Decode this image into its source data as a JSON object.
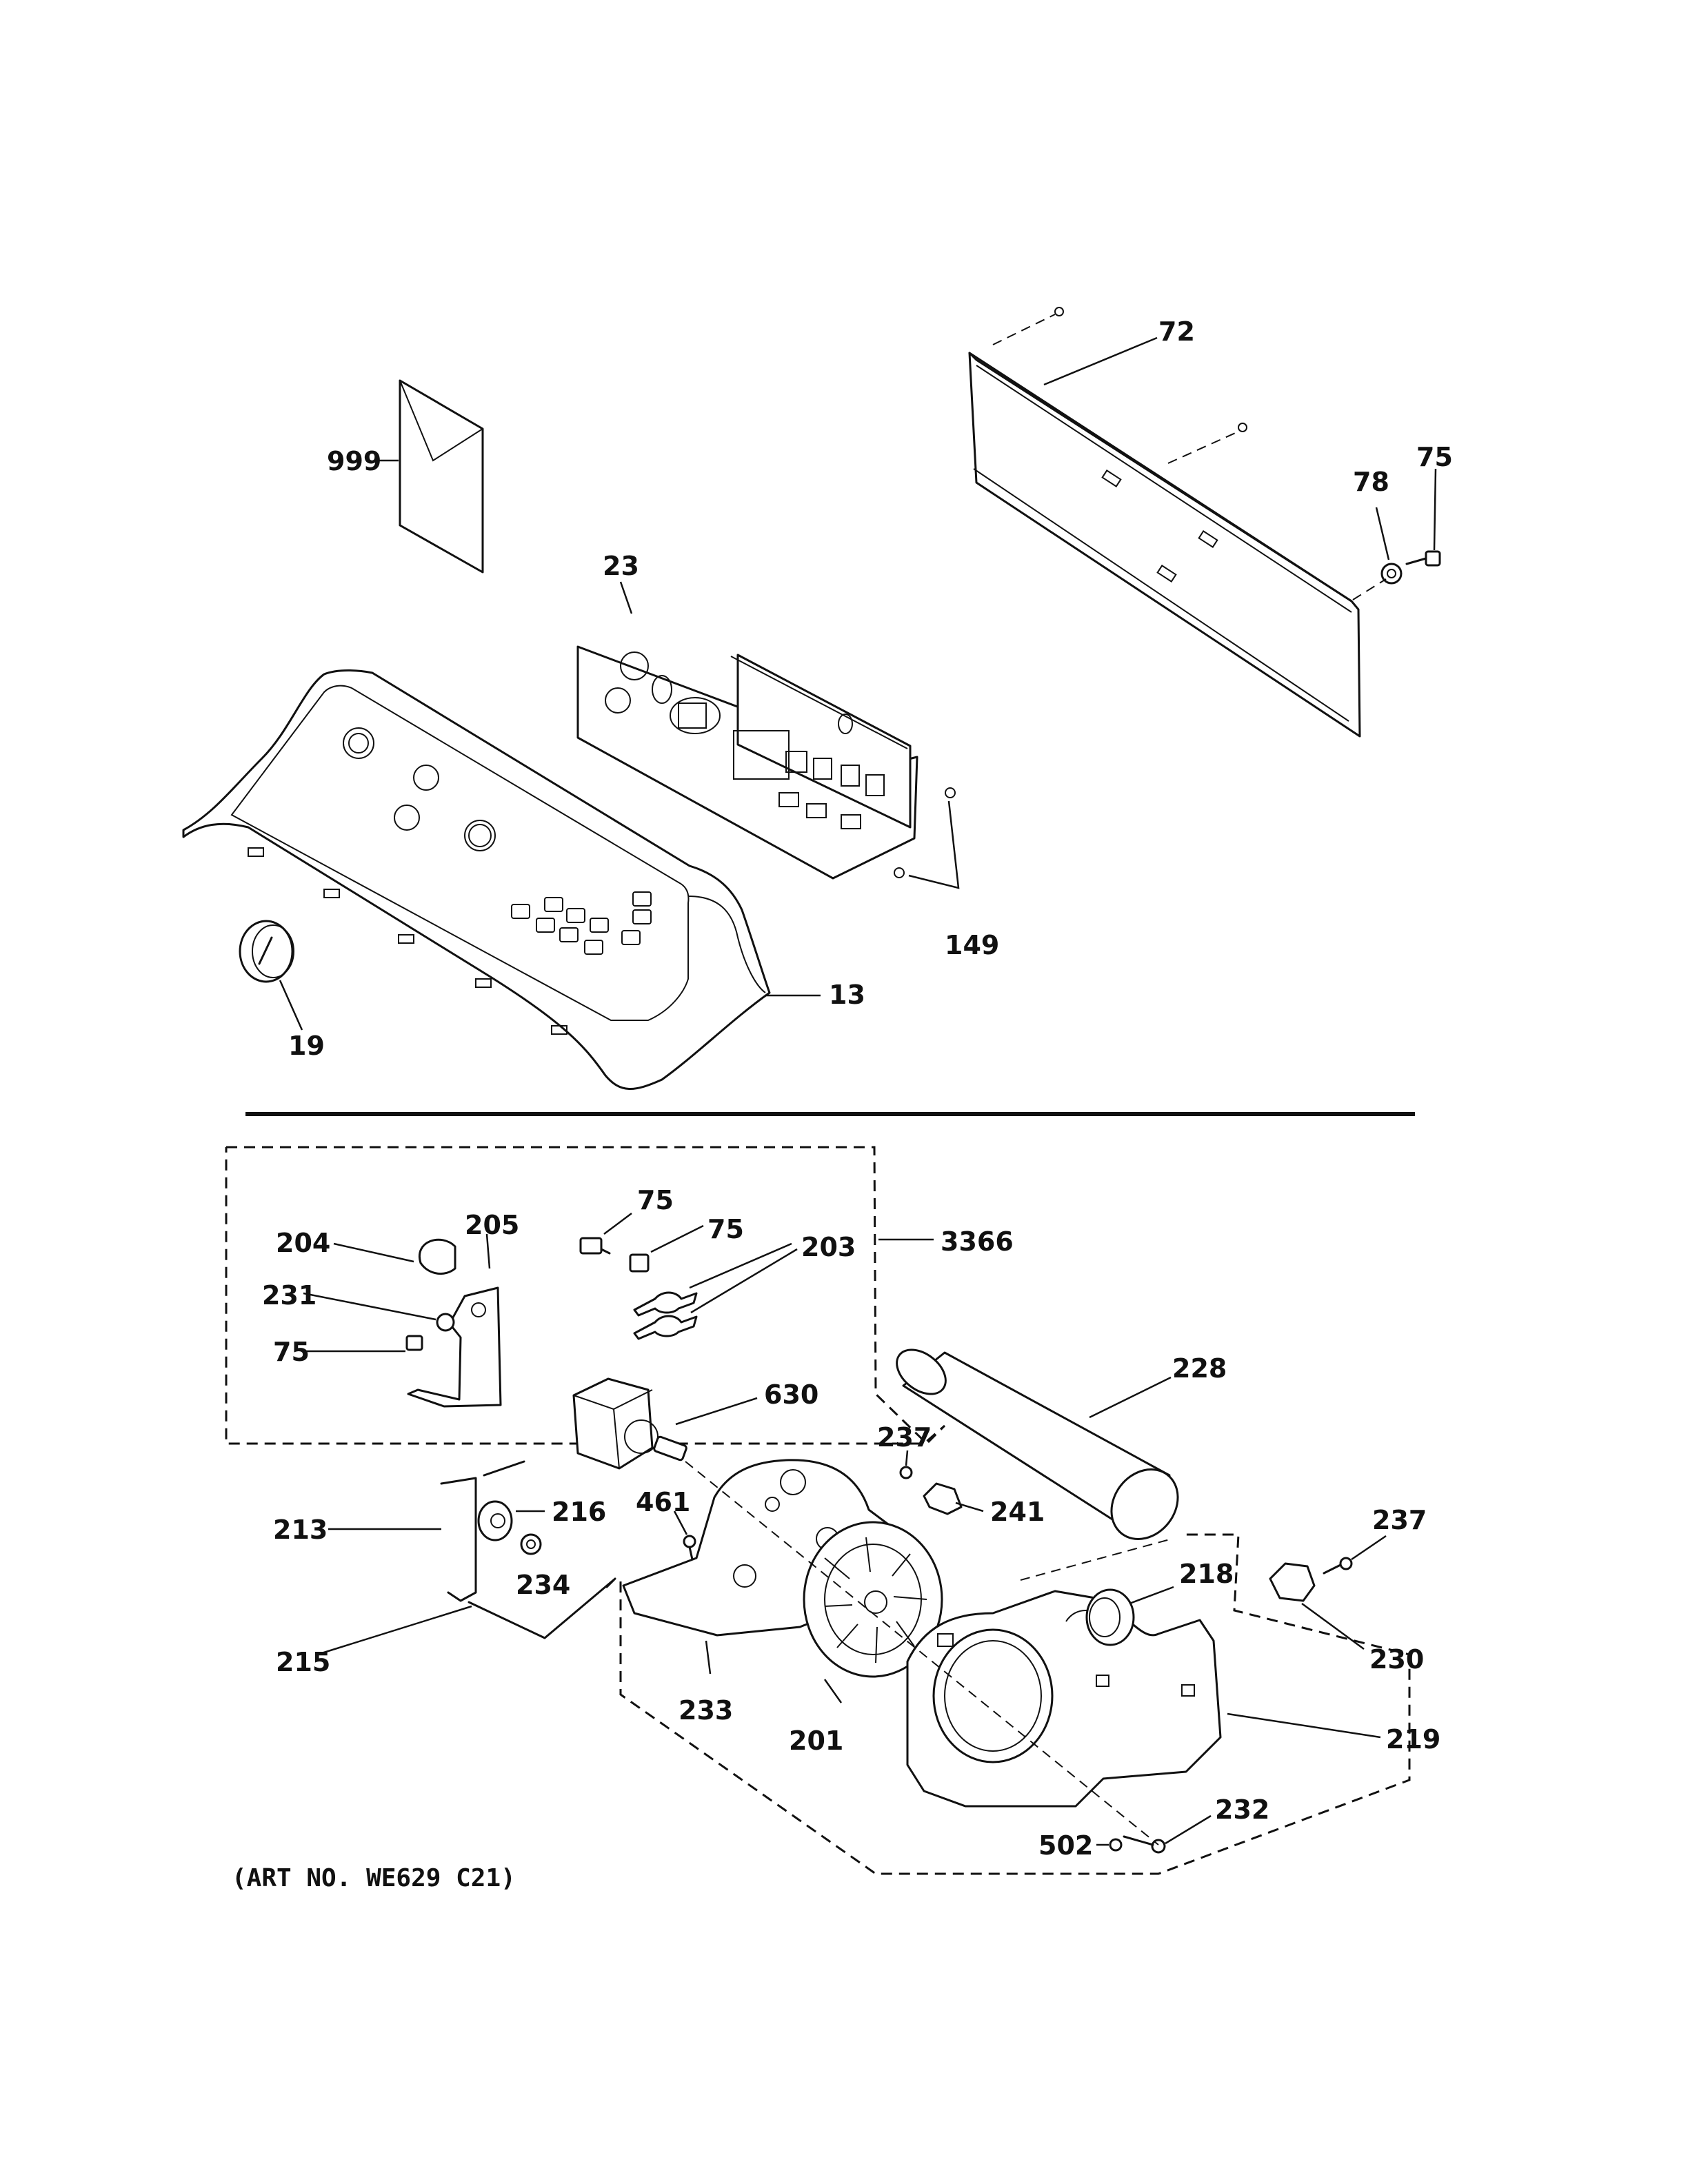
{
  "callouts": {
    "c72": "72",
    "c75a": "75",
    "c78": "78",
    "c999": "999",
    "c23": "23",
    "c149": "149",
    "c13": "13",
    "c19": "19",
    "c75b": "75",
    "c75c": "75",
    "c203": "203",
    "c3366": "3366",
    "c204": "204",
    "c205": "205",
    "c231": "231",
    "c75d": "75",
    "c630": "630",
    "c228": "228",
    "c237a": "237",
    "c241": "241",
    "c461": "461",
    "c213": "213",
    "c216": "216",
    "c234": "234",
    "c237b": "237",
    "c218": "218",
    "c230": "230",
    "c215": "215",
    "c233": "233",
    "c201": "201",
    "c219": "219",
    "c232": "232",
    "c502": "502"
  },
  "art_number": "(ART NO. WE629 C21)"
}
